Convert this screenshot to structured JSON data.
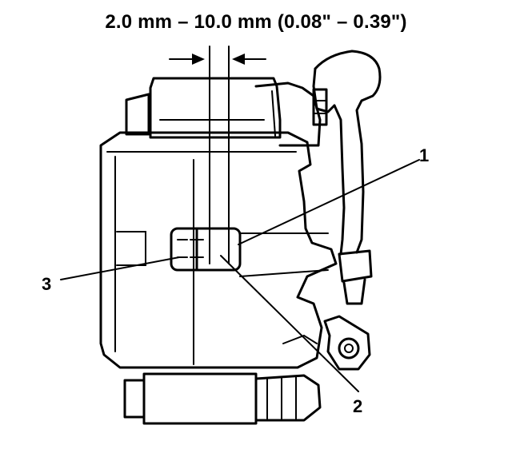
{
  "dimension": {
    "text": "2.0 mm – 10.0 mm (0.08\" – 0.39\")"
  },
  "callouts": [
    {
      "id": "1",
      "label": "1"
    },
    {
      "id": "2",
      "label": "2"
    },
    {
      "id": "3",
      "label": "3"
    }
  ]
}
